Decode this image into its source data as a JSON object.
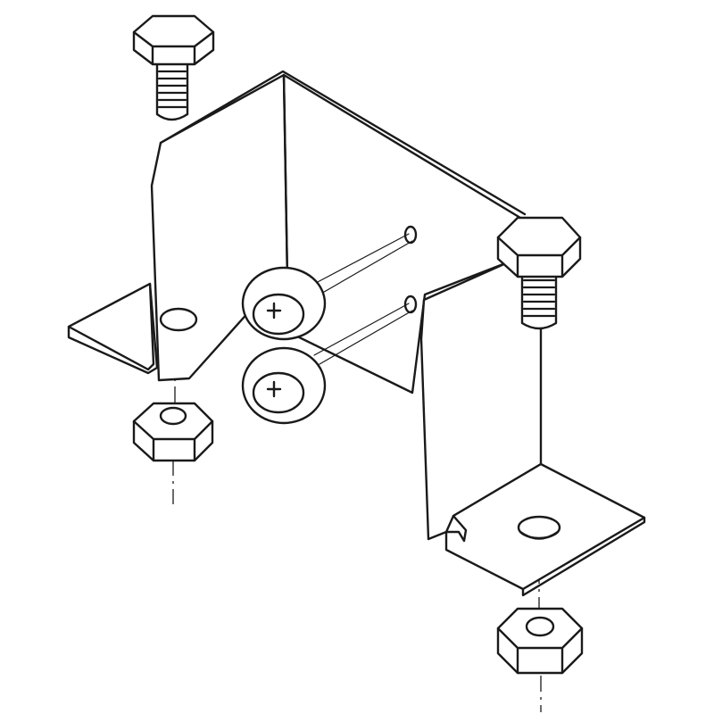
{
  "title": "",
  "colors": {
    "line": "#1a1a1a",
    "paper": "#ffffff"
  },
  "parts": [
    {
      "name": "hex-bolt",
      "count": 2
    },
    {
      "name": "hex-nut",
      "count": 2
    },
    {
      "name": "phillips-screw-with-washer",
      "count": 2
    },
    {
      "name": "u-bracket",
      "count": 1
    }
  ]
}
